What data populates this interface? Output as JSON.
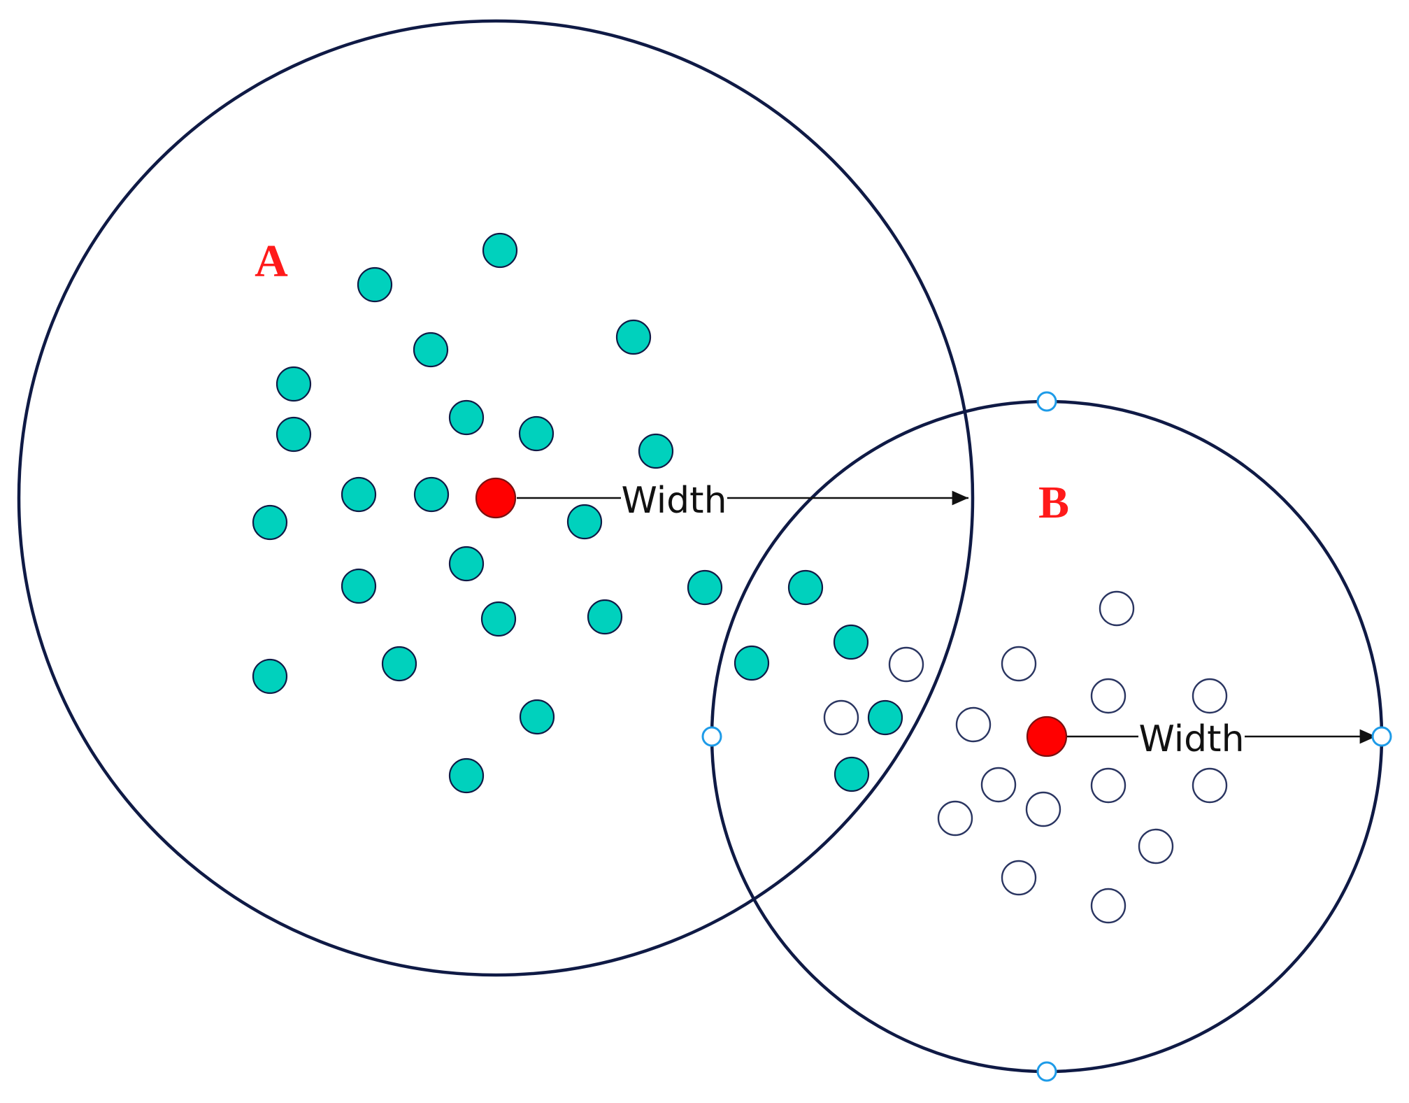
{
  "clusters": {
    "a": {
      "label": "A"
    },
    "b": {
      "label": "B"
    }
  },
  "radius_labels": {
    "a": "Width",
    "b": "Width"
  },
  "colors": {
    "outline": "#0f1a45",
    "cluster_a_points": "#00d1bd",
    "cluster_b_points": "#ffffff",
    "centroid": "#ff0000",
    "label_text": "#ff1a1a",
    "selection_handles": "#1e9be8"
  }
}
